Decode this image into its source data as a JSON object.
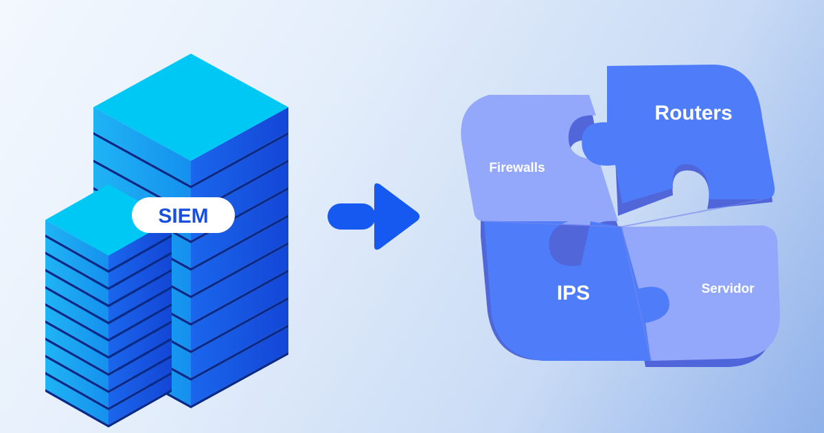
{
  "diagram": {
    "source": {
      "label": "SIEM",
      "icon": "server-stack-icon"
    },
    "connector": {
      "icon": "arrow-right-icon"
    },
    "target": {
      "icon": "puzzle-icon",
      "pieces": {
        "top_left": "Firewalls",
        "top_right": "Routers",
        "bottom_left": "IPS",
        "bottom_right": "Servidor"
      }
    }
  },
  "colors": {
    "server_top": "#00c8f5",
    "server_front": "#17a8f0",
    "server_side": "#1a5fe6",
    "server_gap": "#0a2a8a",
    "arrow": "#1659f0",
    "piece_dark": "#4f7dfa",
    "piece_light": "#9aaefc"
  }
}
